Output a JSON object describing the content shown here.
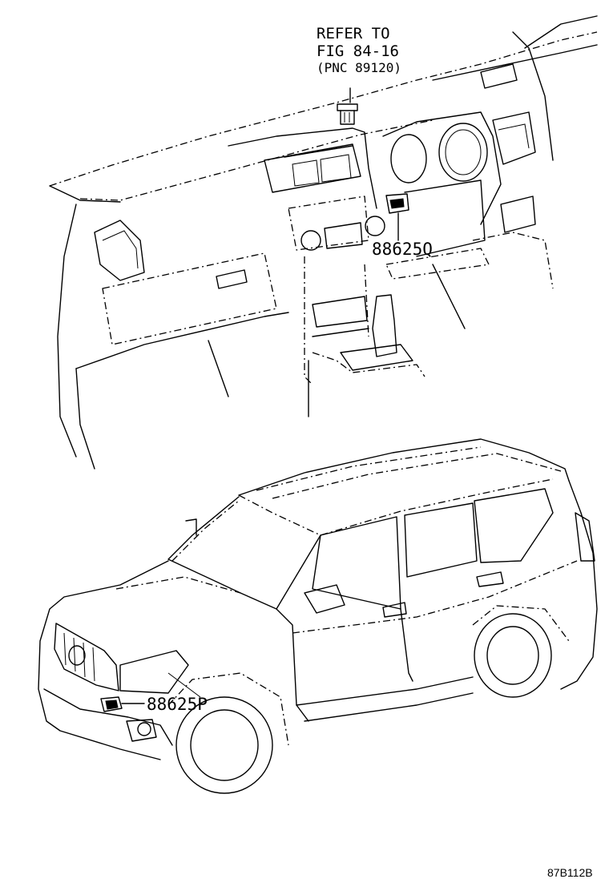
{
  "reference": {
    "line1": "REFER TO",
    "line2": "FIG 84-16",
    "line3": "(PNC 89120)"
  },
  "parts": {
    "upper": "88625Q",
    "lower": "88625P"
  },
  "figure_id": "87B112B"
}
